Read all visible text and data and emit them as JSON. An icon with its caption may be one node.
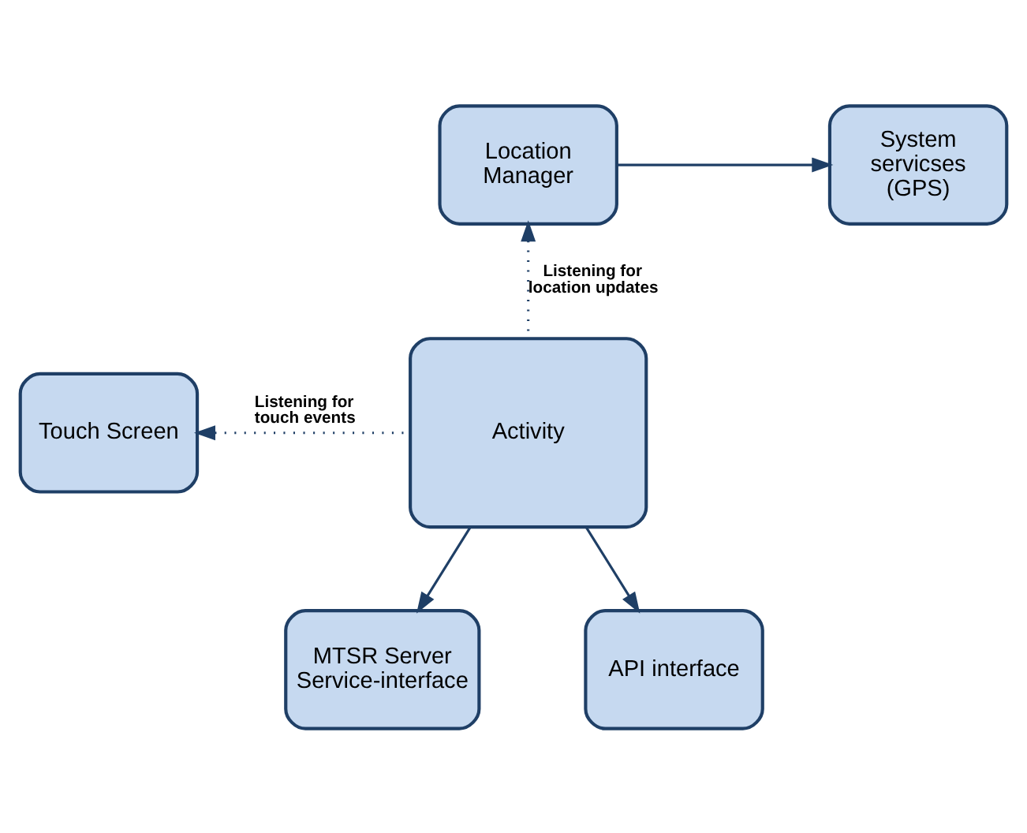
{
  "diagram": {
    "nodes": [
      {
        "text": [
          "Location Manager"
        ]
      },
      {
        "text": [
          "System servicses (GPS)"
        ]
      },
      {
        "text": [
          "Touch Screen"
        ]
      },
      {
        "text": [
          "Activity"
        ]
      },
      {
        "text": [
          "MTSR Server Service-interface"
        ]
      },
      {
        "text": [
          "API interface"
        ]
      }
    ],
    "edges": [
      {
        "from": 0,
        "to": 1,
        "arrow": "to"
      },
      {
        "from": 3,
        "to": 0,
        "arrow": "to",
        "style": "dashed",
        "label": "Listening for location updates"
      },
      {
        "from": 3,
        "to": 2,
        "arrow": "to",
        "style": "dashed",
        "label": "Listening for touch events"
      },
      {
        "from": 3,
        "to": 4,
        "arrow": "to"
      },
      {
        "from": 3,
        "to": 5,
        "arrow": "to"
      }
    ]
  }
}
